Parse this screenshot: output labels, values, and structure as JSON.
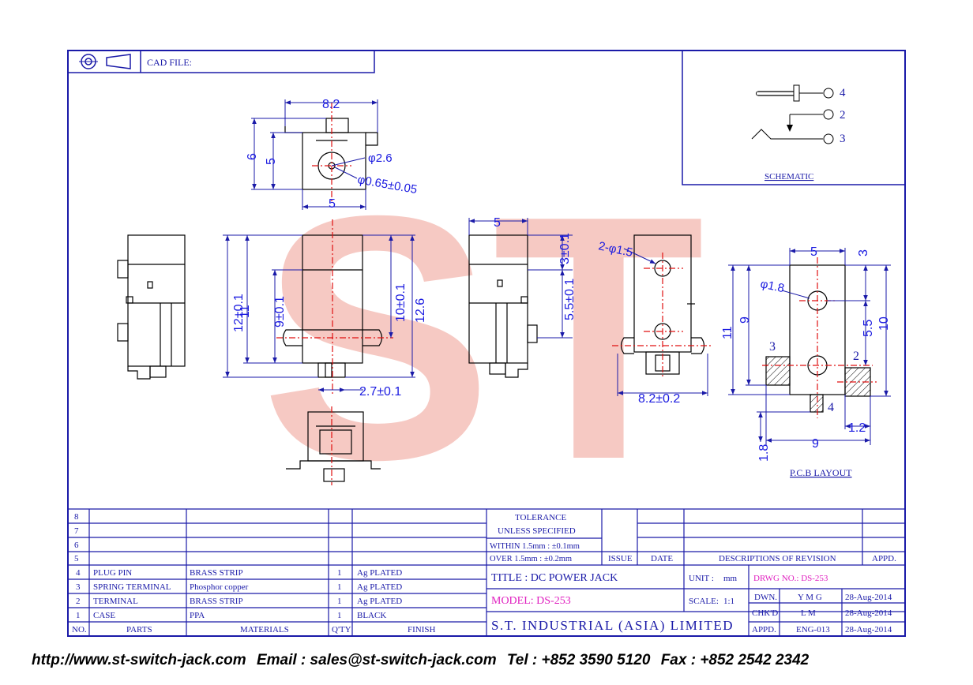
{
  "header": {
    "cad_file_label": "CAD FILE:"
  },
  "watermark": {
    "text": "ST"
  },
  "schematic": {
    "title": "SCHEMATIC",
    "pins": [
      "4",
      "2",
      "3"
    ]
  },
  "pcb": {
    "title": "P.C.B LAYOUT",
    "pad_left": "3",
    "pad_right": "2",
    "pad_bottom": "4"
  },
  "dimensions": {
    "front_width": "8.2",
    "front_h6": "6",
    "front_h5": "5",
    "front_bottom": "5",
    "dia_hole": "φ2.6",
    "dia_pin": "φ0.65±0.05",
    "side_h12": "12±0.1",
    "side_h11": "11",
    "side_h9": "9±0.1",
    "mid_h10": "10±0.1",
    "mid_h126": "12.6",
    "mid_w27": "2.7±0.1",
    "right_w5": "5",
    "right_h3": "3±0.1",
    "right_h55": "5.5±0.1",
    "holes": "2-φ1.5",
    "bottom_w82": "8.2±0.2",
    "pcb_w5": "5",
    "pcb_3": "3",
    "pcb_dia": "φ1.8",
    "pcb_11": "11",
    "pcb_9": "9",
    "pcb_55": "5.5",
    "pcb_10": "10",
    "pcb_18": "1.8",
    "pcb_9b": "9",
    "pcb_12": "1.2"
  },
  "parts_table": {
    "headers": [
      "NO.",
      "PARTS",
      "MATERIALS",
      "Q'TY",
      "FINISH"
    ],
    "empty_rows": [
      "8",
      "7",
      "6",
      "5"
    ],
    "rows": [
      {
        "no": "4",
        "part": "PLUG PIN",
        "material": "BRASS STRIP",
        "qty": "1",
        "finish": "Ag PLATED"
      },
      {
        "no": "3",
        "part": "SPRING TERMINAL",
        "material": "Phosphor copper",
        "qty": "1",
        "finish": "Ag PLATED"
      },
      {
        "no": "2",
        "part": "TERMINAL",
        "material": "BRASS STRIP",
        "qty": "1",
        "finish": "Ag PLATED"
      },
      {
        "no": "1",
        "part": "CASE",
        "material": "PPA",
        "qty": "1",
        "finish": "BLACK"
      }
    ]
  },
  "tolerance": {
    "line1": "TOLERANCE",
    "line2": "UNLESS  SPECIFIED",
    "within": "WITHIN  1.5mm : ±0.1mm",
    "over": "OVER    1.5mm : ±0.2mm"
  },
  "revision": {
    "issue": "ISSUE",
    "date": "DATE",
    "desc": "DESCRIPTIONS OF REVISION",
    "appd": "APPD."
  },
  "title_block": {
    "title": "TITLE : DC POWER JACK",
    "unit_label": "UNIT :",
    "unit": "mm",
    "drwg_no": "DRWG NO.: DS-253",
    "model": "MODEL: DS-253",
    "scale_label": "SCALE:",
    "scale": "1:1",
    "company": "S.T. INDUSTRIAL (ASIA) LIMITED",
    "dwn_label": "DWN.",
    "dwn": "Y M G",
    "dwn_date": "28-Aug-2014",
    "chkd_label": "CHK'D",
    "chkd": "L M",
    "chkd_date": "28-Aug-2014",
    "appd_label": "APPD.",
    "appd": "ENG-013",
    "appd_date": "28-Aug-2014"
  },
  "footer": {
    "website": "http://www.st-switch-jack.com",
    "email": "Email : sales@st-switch-jack.com",
    "tel": "Tel : +852 3590 5120",
    "fax": "Fax : +852 2542 2342"
  },
  "colors": {
    "line": "#1a1aa8",
    "dimension": "#1a1ae0",
    "centerline": "#e01010",
    "watermark": "#f3b8b0",
    "model_text": "#e020c0"
  }
}
